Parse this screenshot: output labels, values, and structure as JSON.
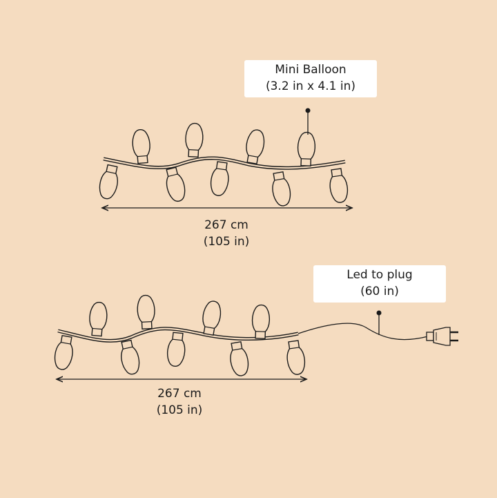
{
  "colors": {
    "background": "#f5dcc0",
    "stroke": "#1a1a1a",
    "label_bg": "#ffffff"
  },
  "top_strand": {
    "callout": {
      "line1": "Mini Balloon",
      "line2": "(3.2 in x 4.1 in)"
    },
    "dimension": {
      "line1": "267 cm",
      "line2": "(105 in)"
    }
  },
  "bottom_strand": {
    "callout": {
      "line1": "Led to plug",
      "line2": "(60 in)"
    },
    "dimension": {
      "line1": "267 cm",
      "line2": "(105 in)"
    }
  },
  "icons": [
    "bulb-icon",
    "plug-icon",
    "arrow-icon"
  ]
}
